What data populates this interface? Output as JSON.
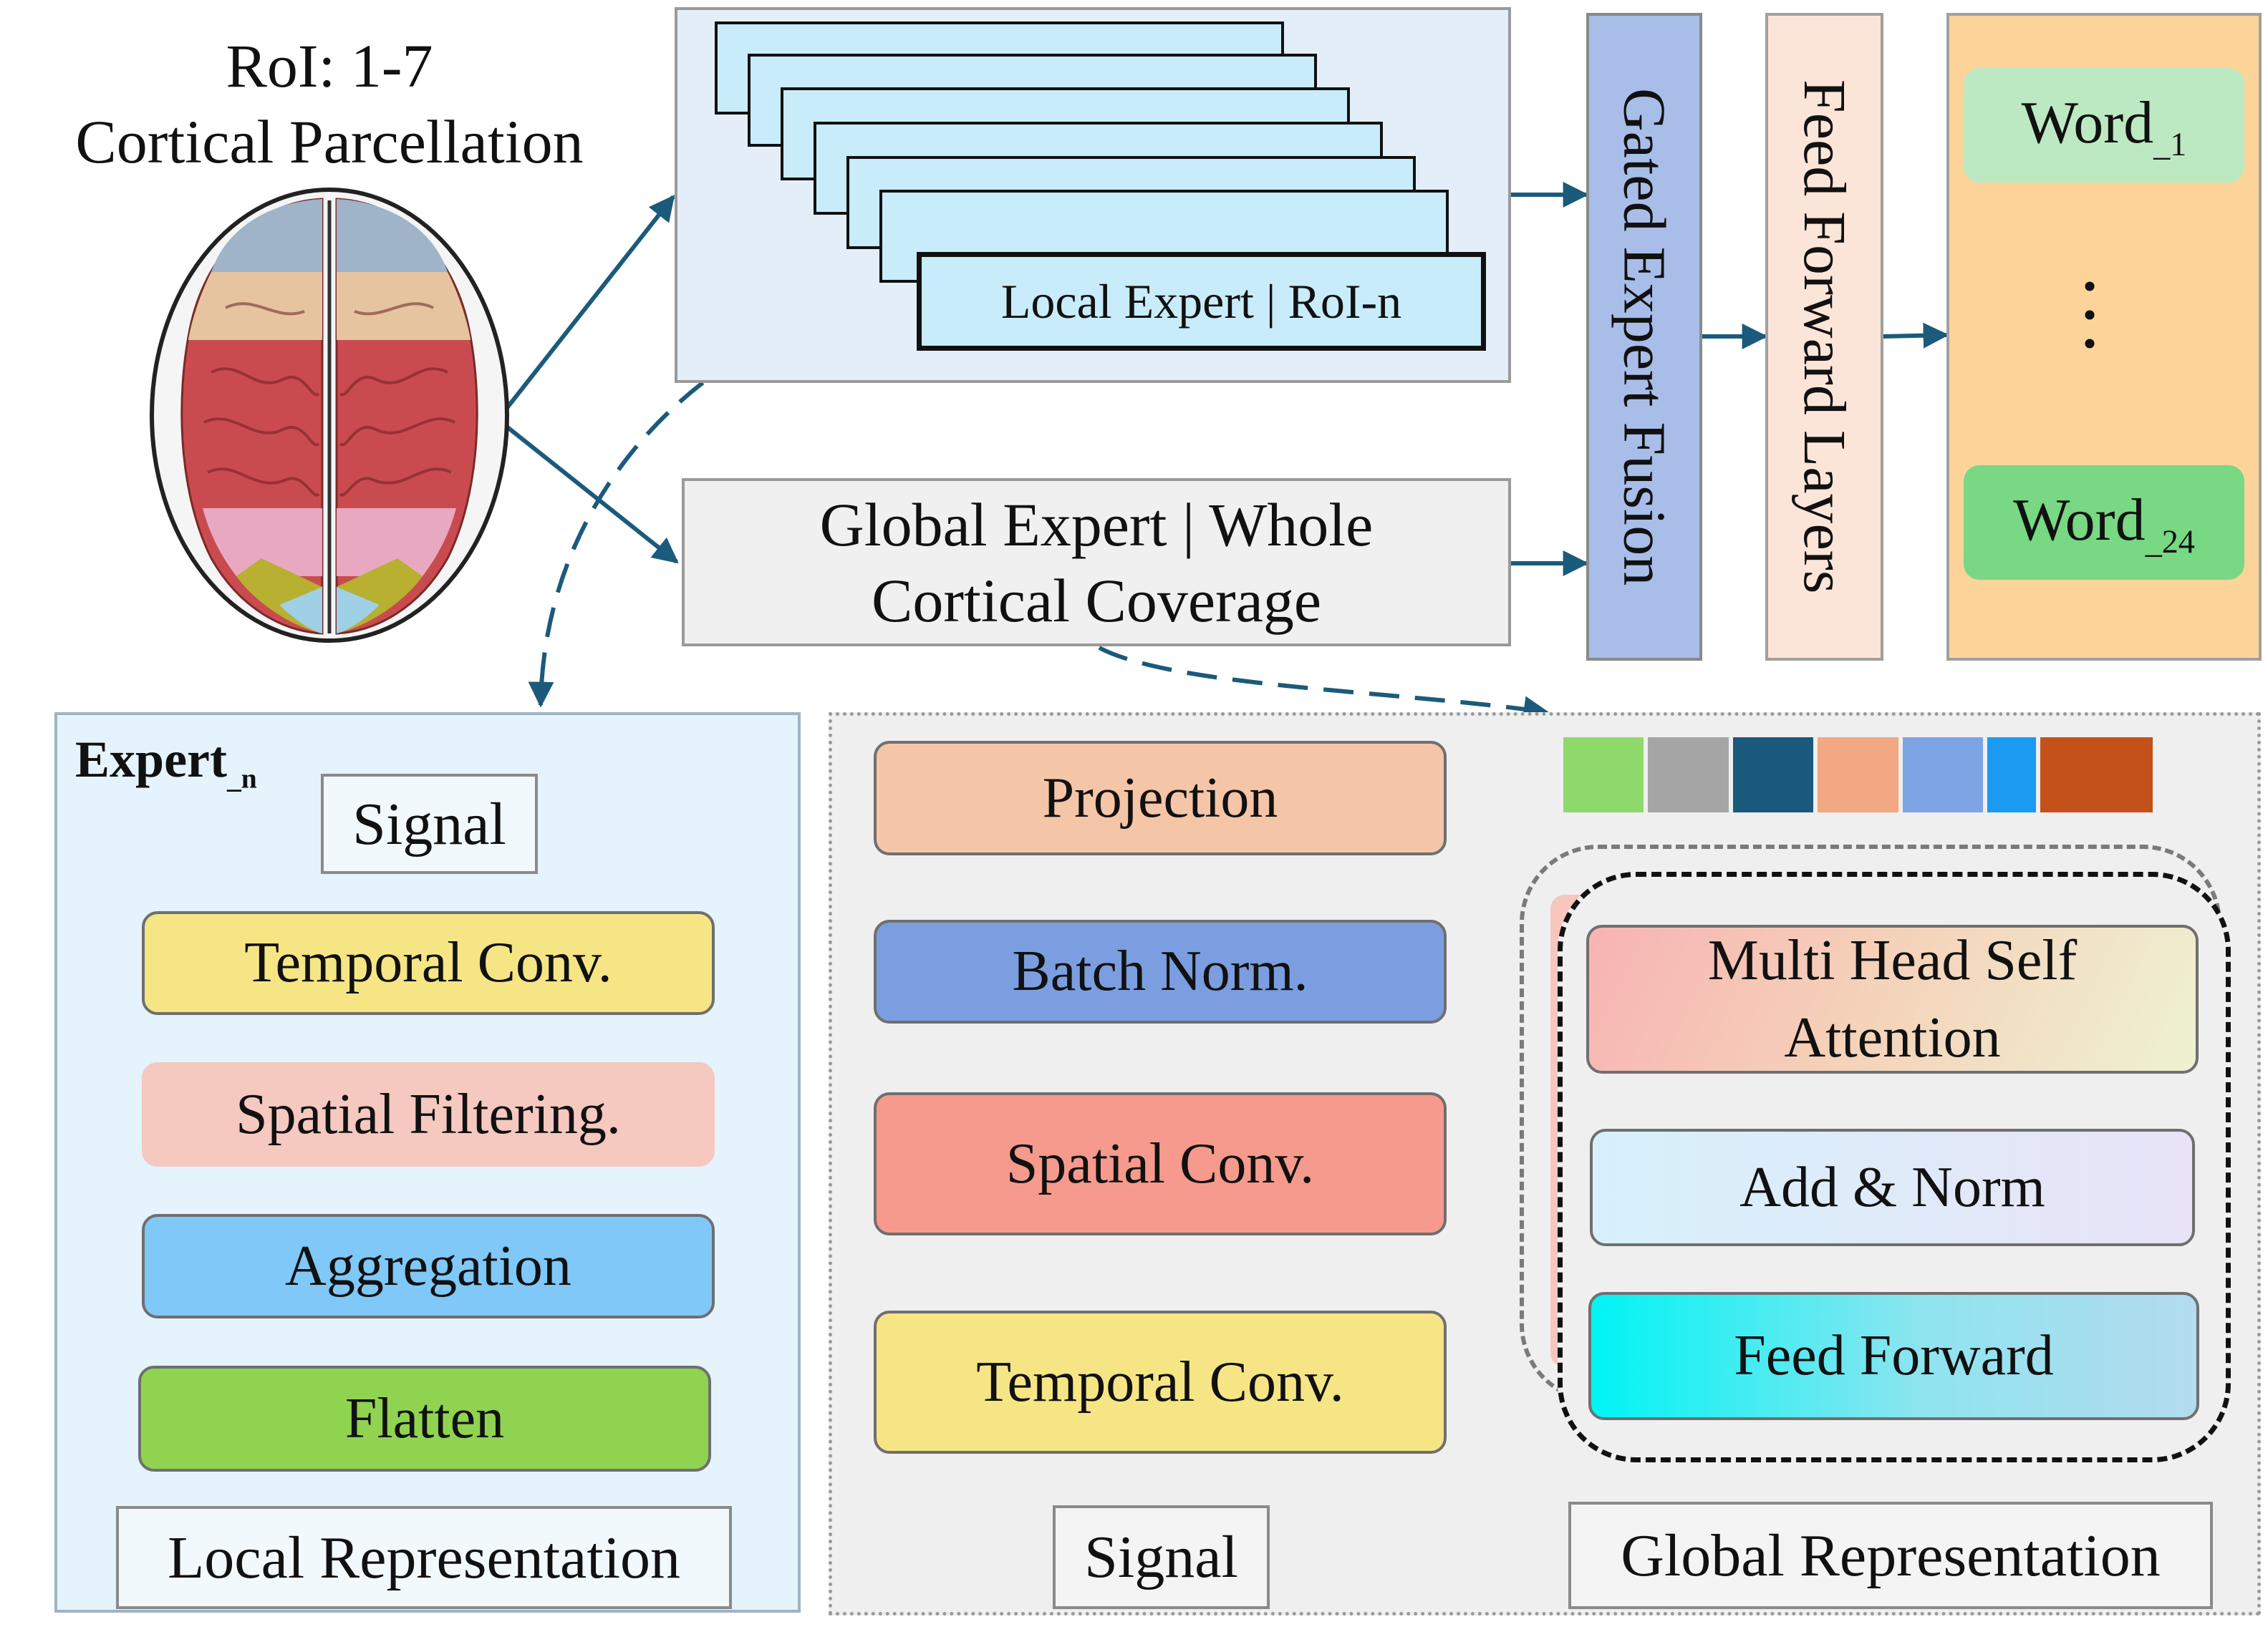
{
  "roi": {
    "title_line1": "RoI: 1-7",
    "title_line2": "Cortical Parcellation"
  },
  "local_expert_stack": {
    "label": "Local Expert | RoI-n"
  },
  "global_expert": {
    "line1": "Global Expert | Whole",
    "line2": "Cortical Coverage"
  },
  "fusion": {
    "label": "Gated Expert Fusion"
  },
  "feed_forward_layers": {
    "label": "Feed Forward Layers"
  },
  "words": {
    "first_base": "Word",
    "first_sub": "_1",
    "last_base": "Word",
    "last_sub": "_24",
    "ellipsis": ". . ."
  },
  "expert_panel": {
    "title_base": "Expert",
    "title_sub": "_n",
    "input": "Signal",
    "steps": [
      "Temporal Conv.",
      "Spatial Filtering.",
      "Aggregation",
      "Flatten"
    ],
    "output": "Local Representation"
  },
  "global_panel": {
    "conv_steps": [
      "Projection",
      "Batch Norm.",
      "Spatial Conv.",
      "Temporal Conv."
    ],
    "input": "Signal",
    "transformer": {
      "mhsa_line1": "Multi Head Self",
      "mhsa_line2": "Attention",
      "add_norm": "Add & Norm",
      "feed_forward": "Feed Forward"
    },
    "output": "Global Representation"
  },
  "colors": {
    "arrow_blue": "#1b5a7a",
    "arrow_orange": "#e8773a",
    "token_strip": [
      "#8ed86c",
      "#a5a5a5",
      "#1a5a7c",
      "#f2a882",
      "#7ea4e6",
      "#1b9af2",
      "#c4511a"
    ]
  }
}
